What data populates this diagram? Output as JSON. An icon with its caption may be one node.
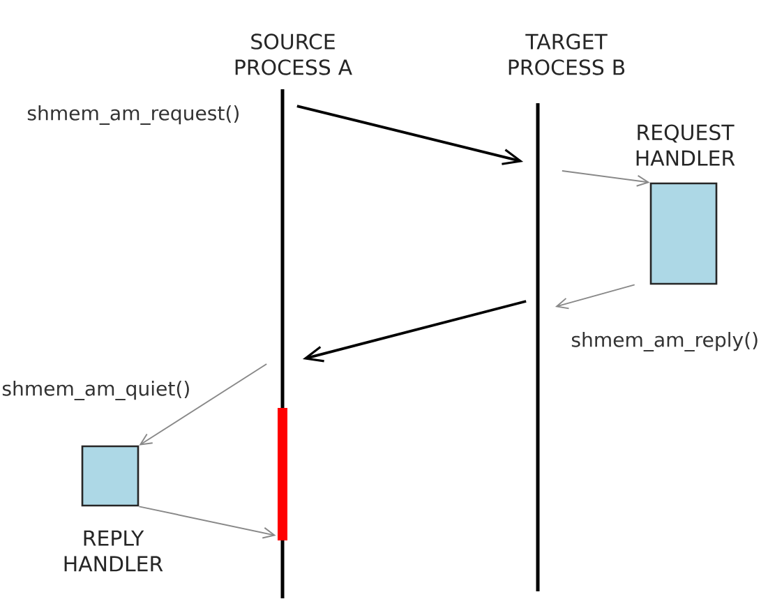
{
  "diagram": {
    "nodes": [
      {
        "text": [
          "SOURCE PROCESS A"
        ]
      },
      {
        "text": [
          "TARGET PROCESS B"
        ]
      },
      {
        "text": [
          "REQUEST HANDLER"
        ]
      },
      {
        "text": [
          "REPLY HANDLER"
        ]
      },
      {
        "text": [],
        "shape": "bar"
      }
    ],
    "edges": [
      {
        "from": 0,
        "to": 1,
        "arrow": "to",
        "style": "thick",
        "color": "#000000"
      },
      {
        "from": 1,
        "to": 2,
        "arrow": "to",
        "color": "#888888"
      },
      {
        "from": 2,
        "to": 1,
        "arrow": "to",
        "color": "#888888"
      },
      {
        "from": 1,
        "to": 0,
        "arrow": "to",
        "style": "thick",
        "color": "#000000"
      },
      {
        "from": 0,
        "to": 3,
        "arrow": "to",
        "color": "#888888"
      },
      {
        "from": 3,
        "to": 4,
        "arrow": "to",
        "color": "#888888"
      }
    ],
    "labels": [
      "shmem_am_request()",
      "shmem_am_reply()",
      "shmem_am_quiet()"
    ]
  }
}
